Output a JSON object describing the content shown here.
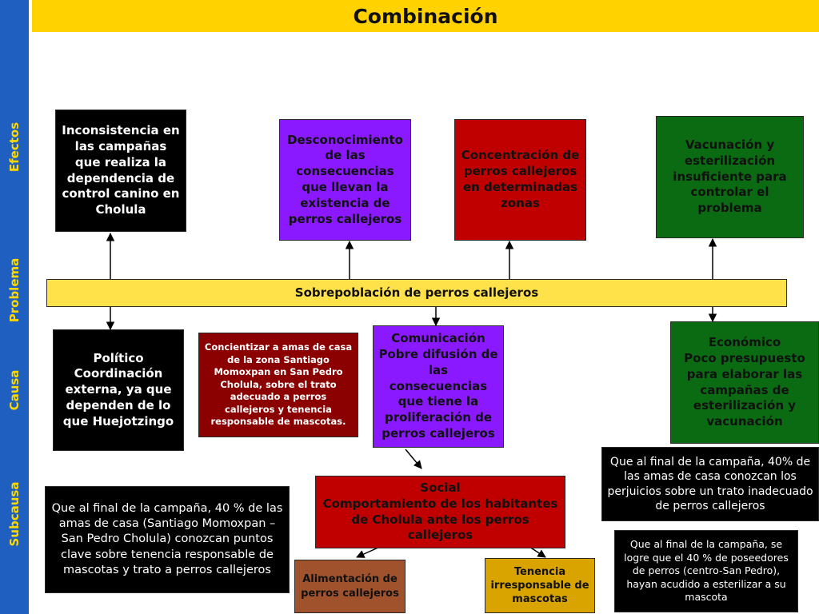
{
  "title": "Combinación",
  "side_labels": [
    "Efectos",
    "Problema",
    "Causa",
    "Subcausa"
  ],
  "effects": [
    "Inconsistencia en las campañas que realiza la dependencia de control canino en Cholula",
    "Desconocimiento de las consecuencias que llevan la existencia de perros callejeros",
    "Concentración de perros callejeros en determinadas zonas",
    "Vacunación y esterilización insuficiente para controlar el problema"
  ],
  "problem": "Sobrepoblación de perros callejeros",
  "causes": {
    "politico": "Político\nCoordinación externa, ya que dependen de lo que Huejotzingo",
    "concientizar": "Concientizar a amas de casa  de la zona Santiago Momoxpan en San Pedro Cholula, sobre el trato adecuado a perros callejeros y tenencia responsable de mascotas.",
    "comunicacion": "Comunicación\nPobre difusión de las consecuencias que tiene la proliferación de perros callejeros",
    "economico": "Económico\nPoco presupuesto para elaborar las campañas de esterilización y vacunación"
  },
  "social": "Social\nComportamiento de los habitantes de Cholula ante los perros callejeros",
  "goals": {
    "left": "Que al final de la campaña, 40 % de las amas de casa (Santiago Momoxpan – San Pedro Cholula) conozcan  puntos clave sobre tenencia responsable de mascotas y trato a perros callejeros",
    "right_top": "Que al final de la campaña, 40% de las amas  de casa conozcan los perjuicios  sobre un trato inadecuado de perros callejeros",
    "right_bottom": "Que al final de la campaña, se logre que el 40 % de poseedores de perros (centro-San Pedro), hayan acudido a esterilizar a su mascota"
  },
  "subcauses": {
    "alimentacion": "Alimentación de perros callejeros",
    "tenencia": "Tenencia irresponsable de mascotas"
  },
  "colors": {
    "sidebar": "#1f5fbf",
    "side_text": "#ffd700",
    "title_bar": "#ffd200",
    "black_box": "#000000",
    "purple_box": "#8a19ff",
    "red_box": "#c00000",
    "green_box": "#0a6b12",
    "problem_bar": "#ffe14a",
    "dark_red_box": "#8b0000",
    "brown_box": "#a0522d",
    "gold_box": "#d9a300"
  }
}
